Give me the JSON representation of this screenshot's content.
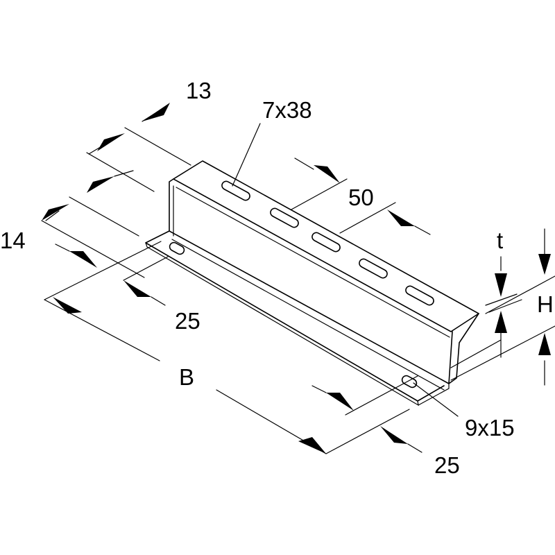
{
  "labels": {
    "slot_width_offset": "13",
    "slot_size": "7x38",
    "slot_pitch": "50",
    "flange_offset": "14",
    "thickness": "t",
    "height": "H",
    "end_distance_left": "25",
    "width": "B",
    "hole_size": "9x15",
    "end_distance_right": "25"
  },
  "colors": {
    "line": "#000000",
    "background": "#ffffff"
  }
}
